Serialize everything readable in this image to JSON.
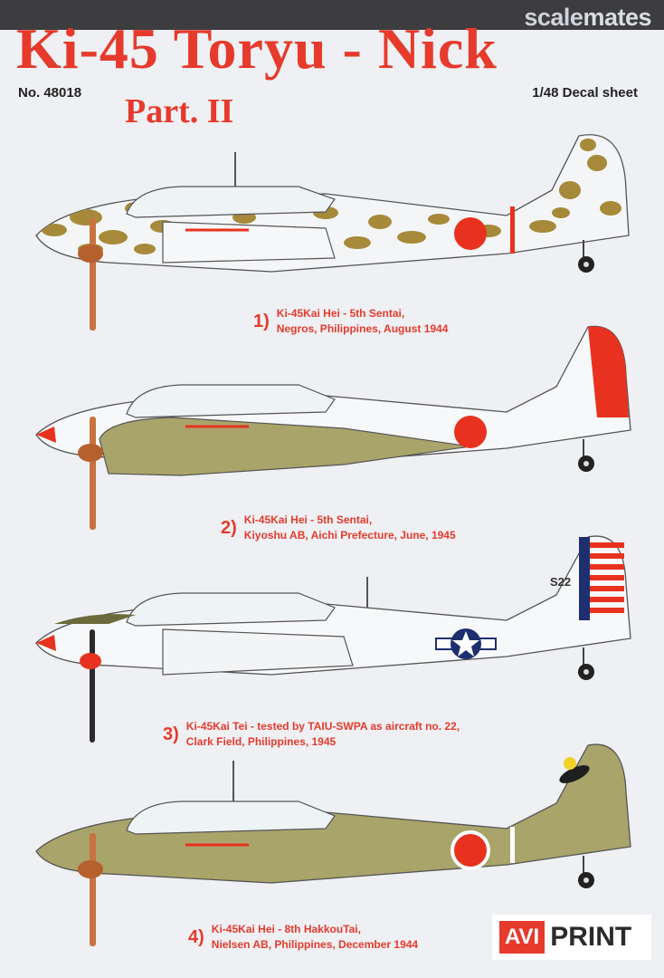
{
  "watermark": {
    "part1": "scale",
    "part2": "mates"
  },
  "header": {
    "title": "Ki-45 Toryu - Nick",
    "subtitle": "Part. II",
    "catalog_no": "No. 48018",
    "scale": "1/48 Decal sheet"
  },
  "aircraft": [
    {
      "number": "1)",
      "line1": "Ki-45Kai Hei - 5th Sentai,",
      "line2": "Negros, Philippines, August 1944"
    },
    {
      "number": "2)",
      "line1": "Ki-45Kai Hei - 5th Sentai,",
      "line2": "Kiyoshu AB, Aichi Prefecture, June, 1945"
    },
    {
      "number": "3)",
      "line1": "Ki-45Kai Tei - tested by TAIU-SWPA as aircraft no. 22,",
      "line2": "Clark Field, Philippines, 1945"
    },
    {
      "number": "4)",
      "line1": "Ki-45Kai Hei - 8th HakkouTai,",
      "line2": "Nielsen AB, Philippines, December 1944"
    }
  ],
  "markings": {
    "tail_code_3": "S22"
  },
  "logo": {
    "part1": "AVI",
    "part2": "PRINT"
  },
  "colors": {
    "title_red": "#e63a2c",
    "hinomaru": "#e8321f",
    "camo_brown": "#a68a3a",
    "olive": "#a9a46a",
    "silver": "#f7f8fa",
    "usaaf_blue": "#1d2f6e"
  }
}
